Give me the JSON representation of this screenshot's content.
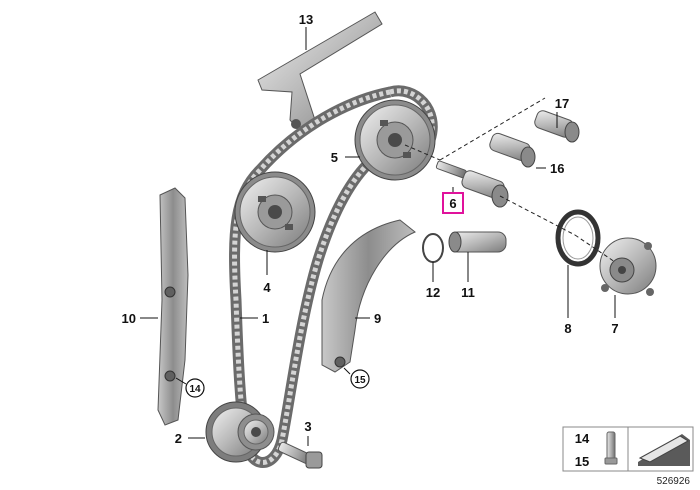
{
  "diagram": {
    "id": "526926",
    "highlighted_part": "6",
    "highlight_color": "#e0129c",
    "part_labels": {
      "p1": "1",
      "p2": "2",
      "p3": "3",
      "p4": "4",
      "p5": "5",
      "p6": "6",
      "p7": "7",
      "p8": "8",
      "p9": "9",
      "p10": "10",
      "p11": "11",
      "p12": "12",
      "p13": "13",
      "p16": "16",
      "p17": "17"
    },
    "callouts": {
      "c14": "14",
      "c15": "15"
    },
    "legend": {
      "top": "14",
      "bottom": "15"
    }
  }
}
